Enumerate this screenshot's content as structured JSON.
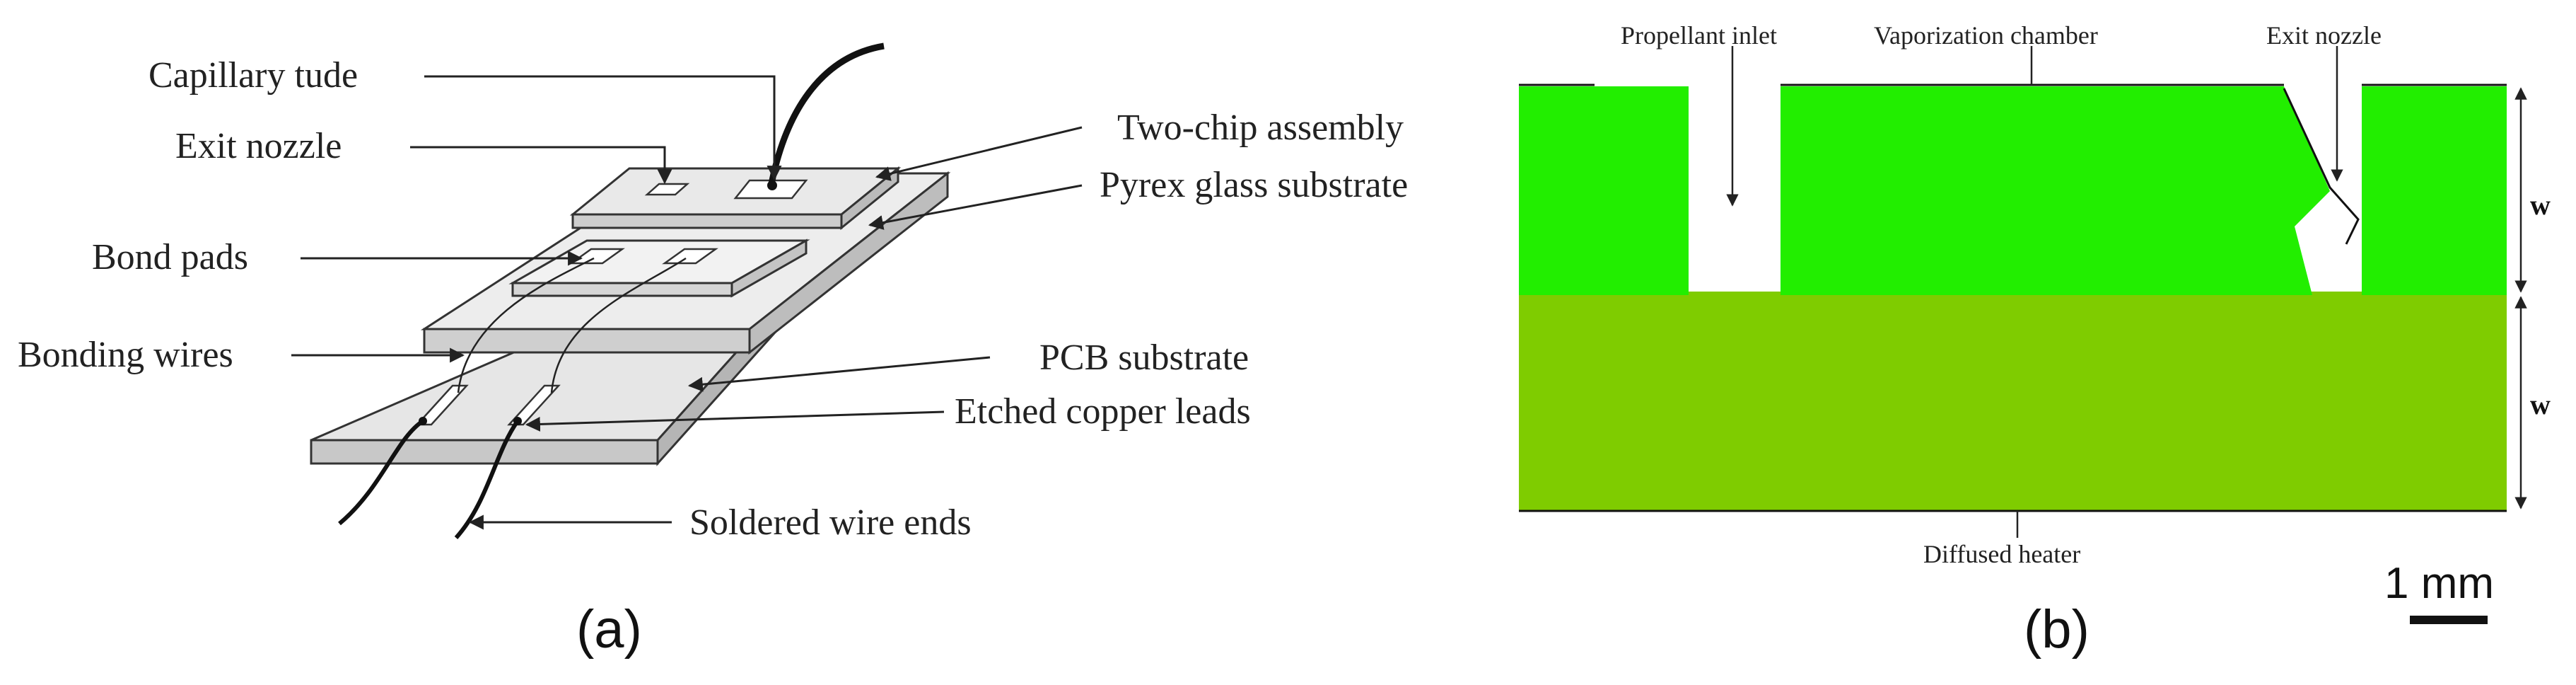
{
  "panel_a": {
    "labels": {
      "capillary_tube": "Capillary tude",
      "exit_nozzle": "Exit nozzle",
      "bond_pads": "Bond pads",
      "bonding_wires": "Bonding wires",
      "two_chip_assembly": "Two-chip assembly",
      "pyrex_glass_substrate": "Pyrex glass substrate",
      "pcb_substrate": "PCB substrate",
      "etched_copper_leads": "Etched copper leads",
      "soldered_wire_ends": "Soldered wire ends"
    },
    "caption": "(a)"
  },
  "panel_b": {
    "labels": {
      "propellant_inlet": "Propellant inlet",
      "vaporization_chamber": "Vaporization chamber",
      "exit_nozzle": "Exit nozzle",
      "diffused_heater": "Diffused heater",
      "w_upper": "w",
      "w_lower": "w"
    },
    "scale_bar": "1 mm",
    "caption": "(b)",
    "colors": {
      "upper_chip": "#22ee00",
      "lower_chip": "#7fcc00"
    }
  }
}
